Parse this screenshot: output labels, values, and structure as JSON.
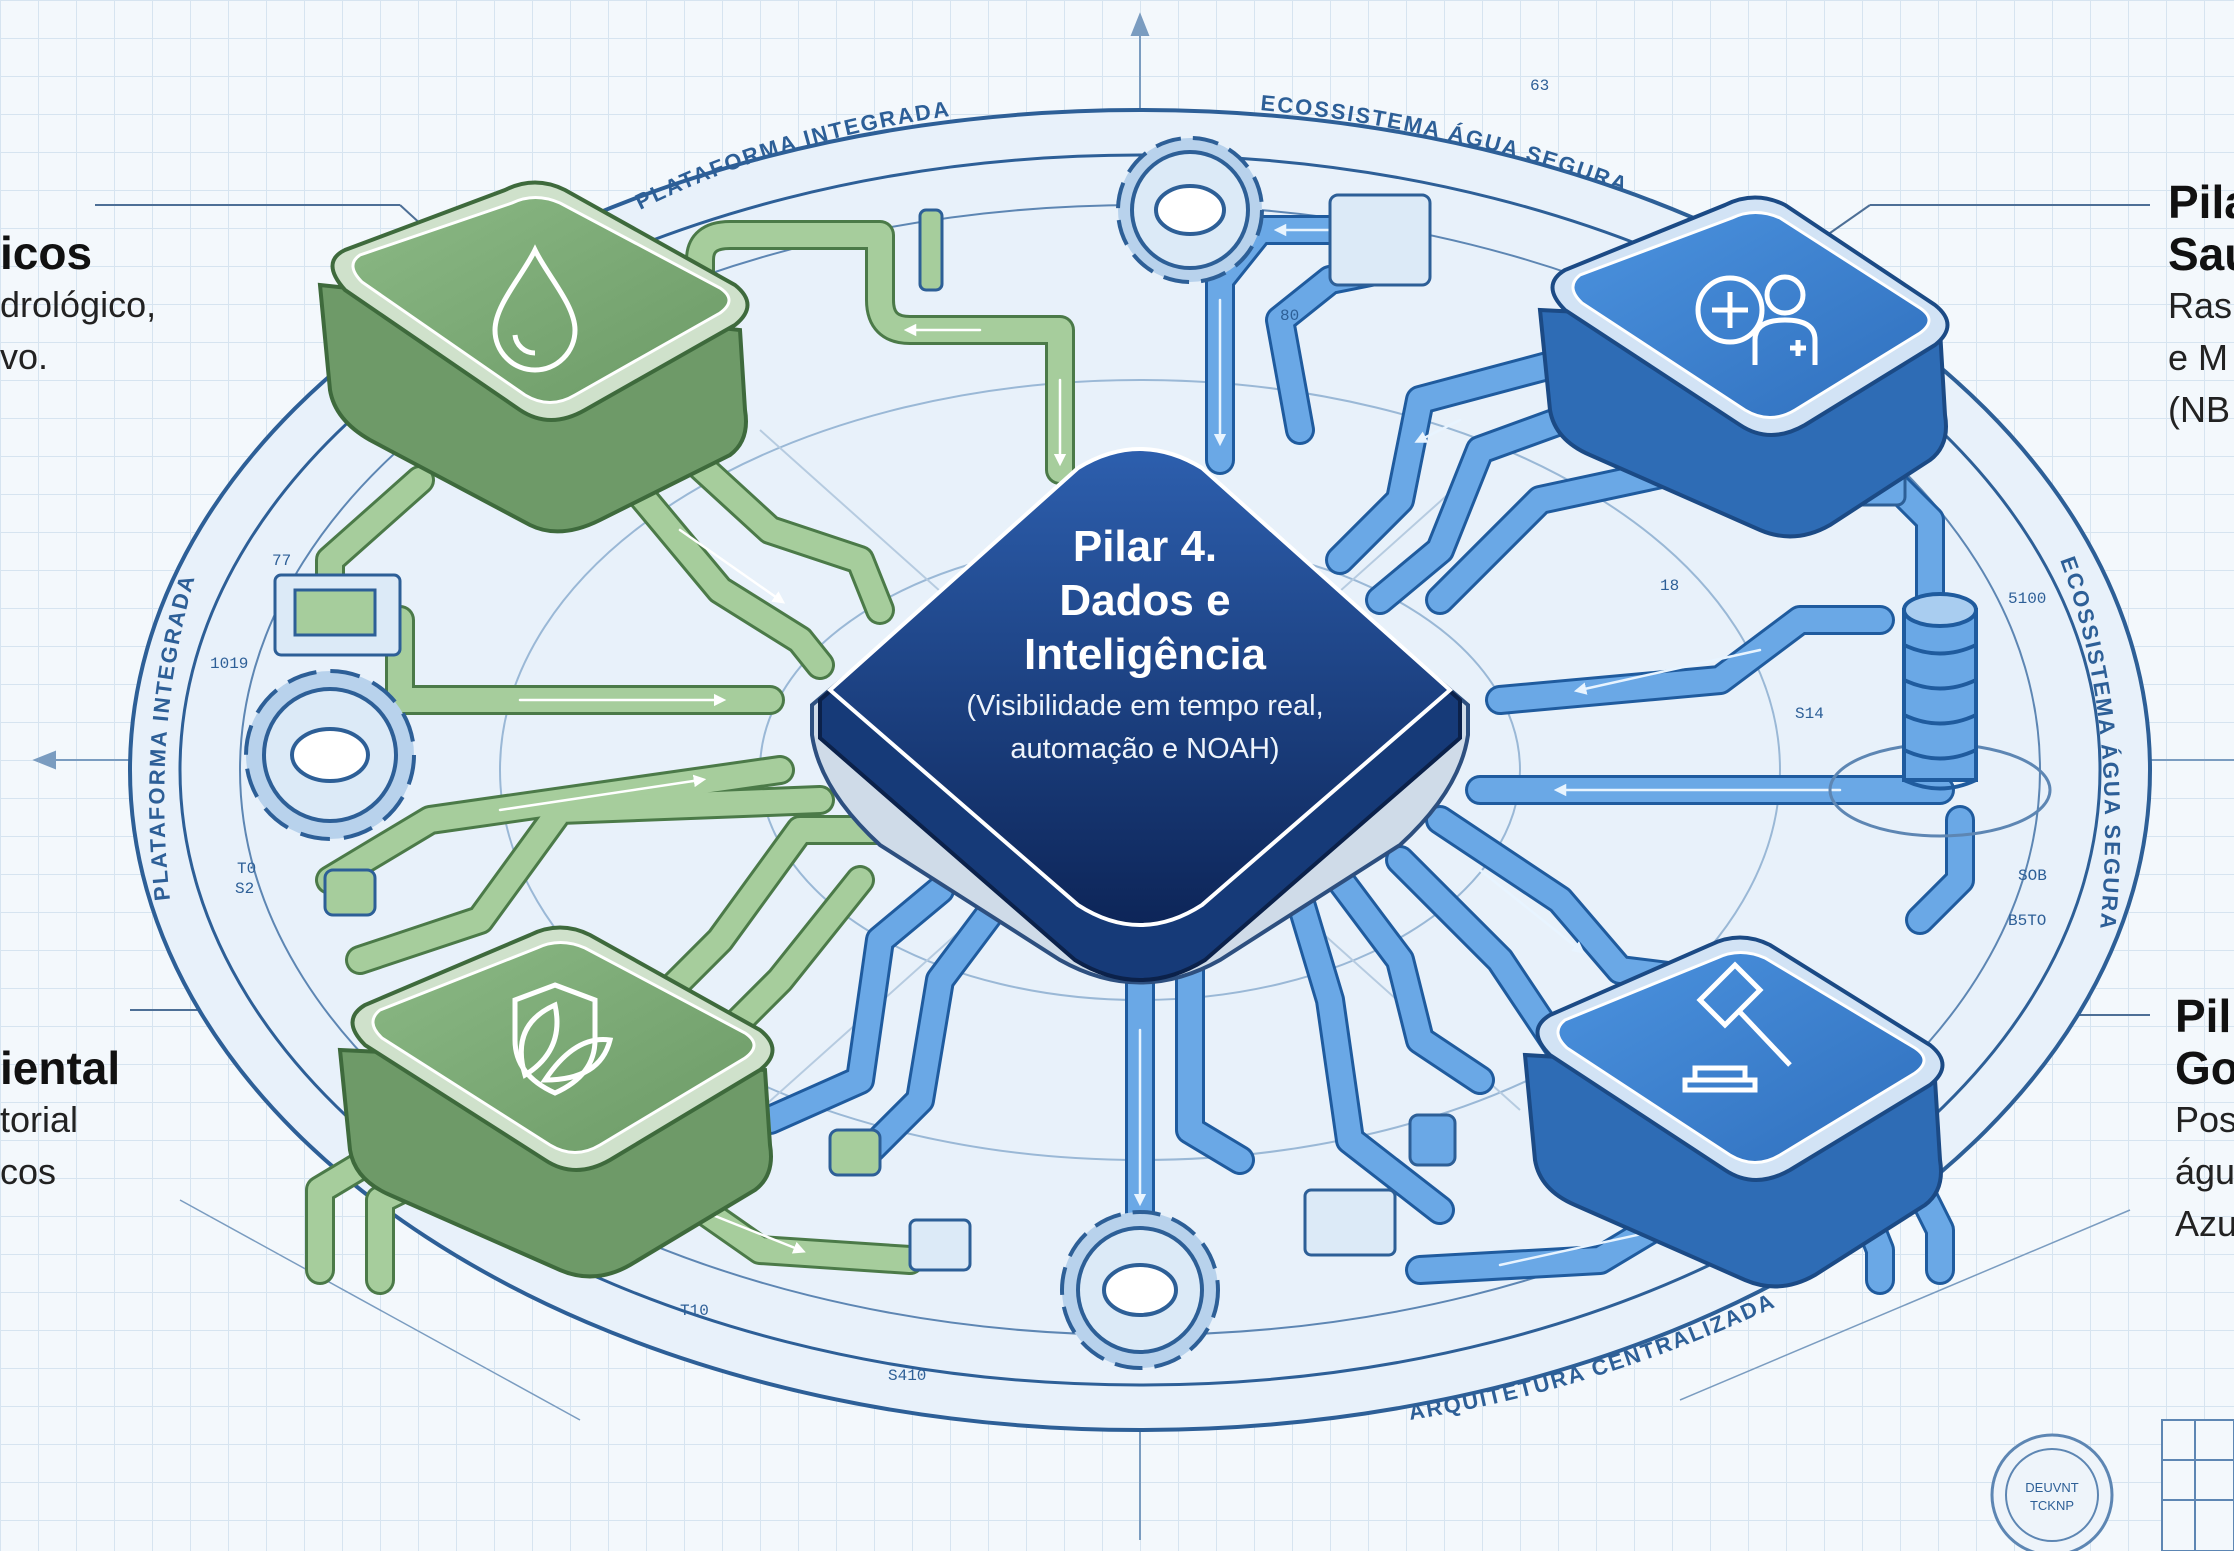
{
  "hub": {
    "title_lines": [
      "Pilar 4.",
      "Dados e",
      "Inteligência"
    ],
    "subtitle_lines": [
      "(Visibilidade em tempo real,",
      "automação e NOAH)"
    ]
  },
  "ring_labels": {
    "top_left": "PLATAFORMA INTEGRADA",
    "top_right": "ECOSSISTEMA ÁGUA SEGURA",
    "left": "PLATAFORMA INTEGRADA",
    "right": "ECOSSISTEMA ÁGUA SEGURA",
    "bottom": "ARQUITETURA CENTRALIZADA"
  },
  "left_top": {
    "heading": "icos",
    "lines": [
      "drológico,",
      "vo."
    ]
  },
  "left_bottom": {
    "heading": "iental",
    "lines": [
      "torial",
      "cos"
    ]
  },
  "right_top": {
    "heading_lines": [
      "Pila",
      "Sau"
    ],
    "lines": [
      "Ras",
      "e M",
      "(NB"
    ]
  },
  "right_bottom": {
    "heading_lines": [
      "Pil",
      "Go"
    ],
    "lines": [
      "Pos",
      "águ",
      "Azu"
    ]
  },
  "icons": {
    "top_left": "water-drop-icon",
    "top_right": "health-person-icon",
    "bottom_left": "leaf-shield-icon",
    "bottom_right": "gavel-icon"
  },
  "colors": {
    "green_tile": "#7fae78",
    "blue_tile": "#3d82cf",
    "hub_dark": "#12306a",
    "green_pipe": "#9cc592",
    "blue_pipe": "#5c9ee0",
    "line": "#2d5f97"
  },
  "annotations": [
    "63",
    "77",
    "1019",
    "80",
    "18",
    "5100",
    "S14",
    "SOB",
    "B5TO",
    "T0",
    "S2",
    "S410",
    "T10"
  ],
  "stamp": {
    "lines": [
      "DEUVNT",
      "TCKNP"
    ]
  }
}
